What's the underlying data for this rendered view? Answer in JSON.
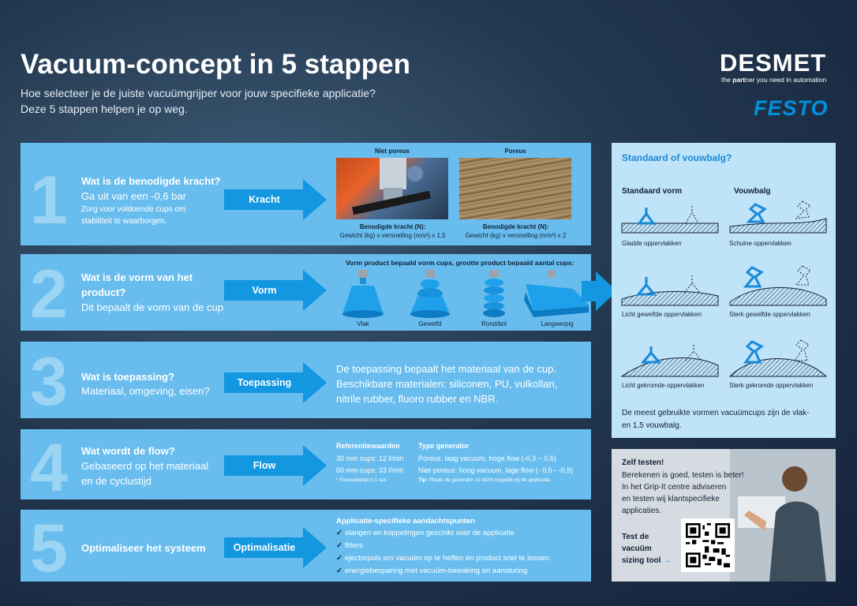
{
  "header": {
    "title": "Vacuum-concept in 5 stappen",
    "subtitle_line1": "Hoe selecteer je de juiste vacuümgrijper voor jouw specifieke applicatie?",
    "subtitle_line2": "Deze 5 stappen helpen je op weg.",
    "desmet_logo": "DESMET",
    "desmet_tagline_pre": "the ",
    "desmet_tagline_bold": "part",
    "desmet_tagline_post": "ner you need in automation",
    "festo_logo": "FESTO"
  },
  "colors": {
    "step_bg": "#68bdee",
    "arrow": "#1297e0",
    "accent_blue": "#1a8ad8",
    "dark_navy": "#13223a",
    "panel_bg": "#bfe3f8"
  },
  "steps": [
    {
      "number": "1",
      "question": "Wat is de benodigde kracht?",
      "description": "Ga uit van een -0,6 bar",
      "small_line1": "Zorg voor voldoende cups om",
      "small_line2": "stabiliteit te waarborgen.",
      "arrow_label": "Kracht",
      "left_label": "Niet poreus",
      "right_label": "Poreus",
      "left_cap_bold": "Benodigde kracht (N):",
      "left_cap": "Gewicht (kg) x versnelling (m/s²) x 1,5",
      "right_cap_bold": "Benodigde kracht (N):",
      "right_cap": "Gewicht (kg) x versnelling (m/s²) x 2"
    },
    {
      "number": "2",
      "question_line1": "Wat is de vorm van het",
      "question_line2": "product?",
      "description": "Dit bepaalt de vorm van de cup",
      "arrow_label": "Vorm",
      "header": "Vorm product bepaald vorm cups, grootte product bepaald aantal cups:",
      "cups": [
        "Vlak",
        "Gewelfd",
        "Rond/bol",
        "Langwerpig"
      ]
    },
    {
      "number": "3",
      "question": "Wat is toepassing?",
      "description": "Materiaal, omgeving, eisen?",
      "arrow_label": "Toepassing",
      "text_line1": "De toepassing bepaalt het materiaal van de cup.",
      "text_line2": "Beschikbare materialen: siliconen, PU, vulkollan,",
      "text_line3": "nitrile rubber, fluoro rubber en NBR."
    },
    {
      "number": "4",
      "question": "Wat wordt de flow?",
      "description_line1": "Gebaseerd op het materiaal",
      "description_line2": "en de cyclustijd",
      "arrow_label": "Flow",
      "ref_header": "Referentiewaarden",
      "ref_line1": "30  mm cups:  12  l/min",
      "ref_line2": "60 mm cups: 33 l/min",
      "ref_note": "* Evacuatietijd 0,1 sec",
      "gen_header": "Type generator",
      "gen_line1": "Poreus: laag vacuum, hoge flow (-0,3 ~ 0,6)",
      "gen_line2": "Niet-poreus: hoog vacuum, lage flow (- 0,6 - -0,9)",
      "tip_bold": "Tip:",
      "tip": " Plaats de generator zo dicht mogelijk bij de applicatie."
    },
    {
      "number": "5",
      "question": "Optimaliseer het systeem",
      "arrow_label": "Optimalisatie",
      "header": "Applicatie-specifieke aandachtspunten",
      "checks": [
        "slangen en koppelingen geschikt voor de applicatie",
        "filters",
        "ejectorpuls om vacuüm op te heffen en product snel te lossen.",
        "energiebesparing met vacuüm-bewaking en aansturing"
      ]
    }
  ],
  "right_panel": {
    "title": "Standaard of vouwbalg?",
    "col1_header": "Standaard vorm",
    "col2_header": "Vouwbalg",
    "captions": [
      "Gladde oppervlakken",
      "Schuine oppervlakken",
      "Licht gewelfde oppervlakken",
      "Sterk gewelfde oppervlakken",
      "Licht gekromde oppervlakken",
      "Sterk gekromde oppervlakken"
    ],
    "note_line1": "De meest gebruikte vormen vacuümcups zijn de vlak-",
    "note_line2": "en 1,5 vouwbalg."
  },
  "test_panel": {
    "header": "Zelf testen!",
    "line1": "Berekenen is goed, testen is beter!",
    "line2": "In het Grip-It centre adviseren",
    "line3": "en testen wij klantspecifieke",
    "line4": "applicaties.",
    "tool_line1": "Test de",
    "tool_line2": "vacuüm",
    "tool_line3": "sizing tool",
    "tool_arrow": "→"
  }
}
